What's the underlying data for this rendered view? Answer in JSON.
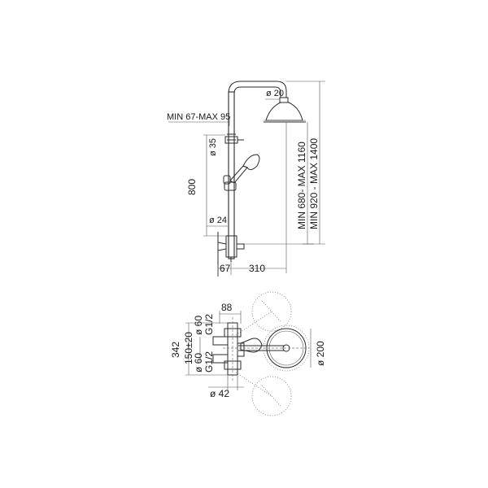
{
  "dimensions": {
    "min_max_95": "MIN 67-MAX 95",
    "dia_20": "ø 20",
    "dia_35": "ø 35",
    "h_800": "800",
    "dia_24": "ø 24",
    "w_67": "67",
    "w_310": "310",
    "min680_max1160": "MIN 680- MAX 1160",
    "min920_max1400": "MIN 920 - MAX 1400",
    "w_88": "88",
    "dia_60_top": "ø 60",
    "g12_top": "G1/2",
    "h_342": "342",
    "h_150": "150±20",
    "dia_60_bottom": "ø 60",
    "g12_bottom": "G1/2",
    "dia_42": "ø 42",
    "dia_200": "ø 200"
  }
}
